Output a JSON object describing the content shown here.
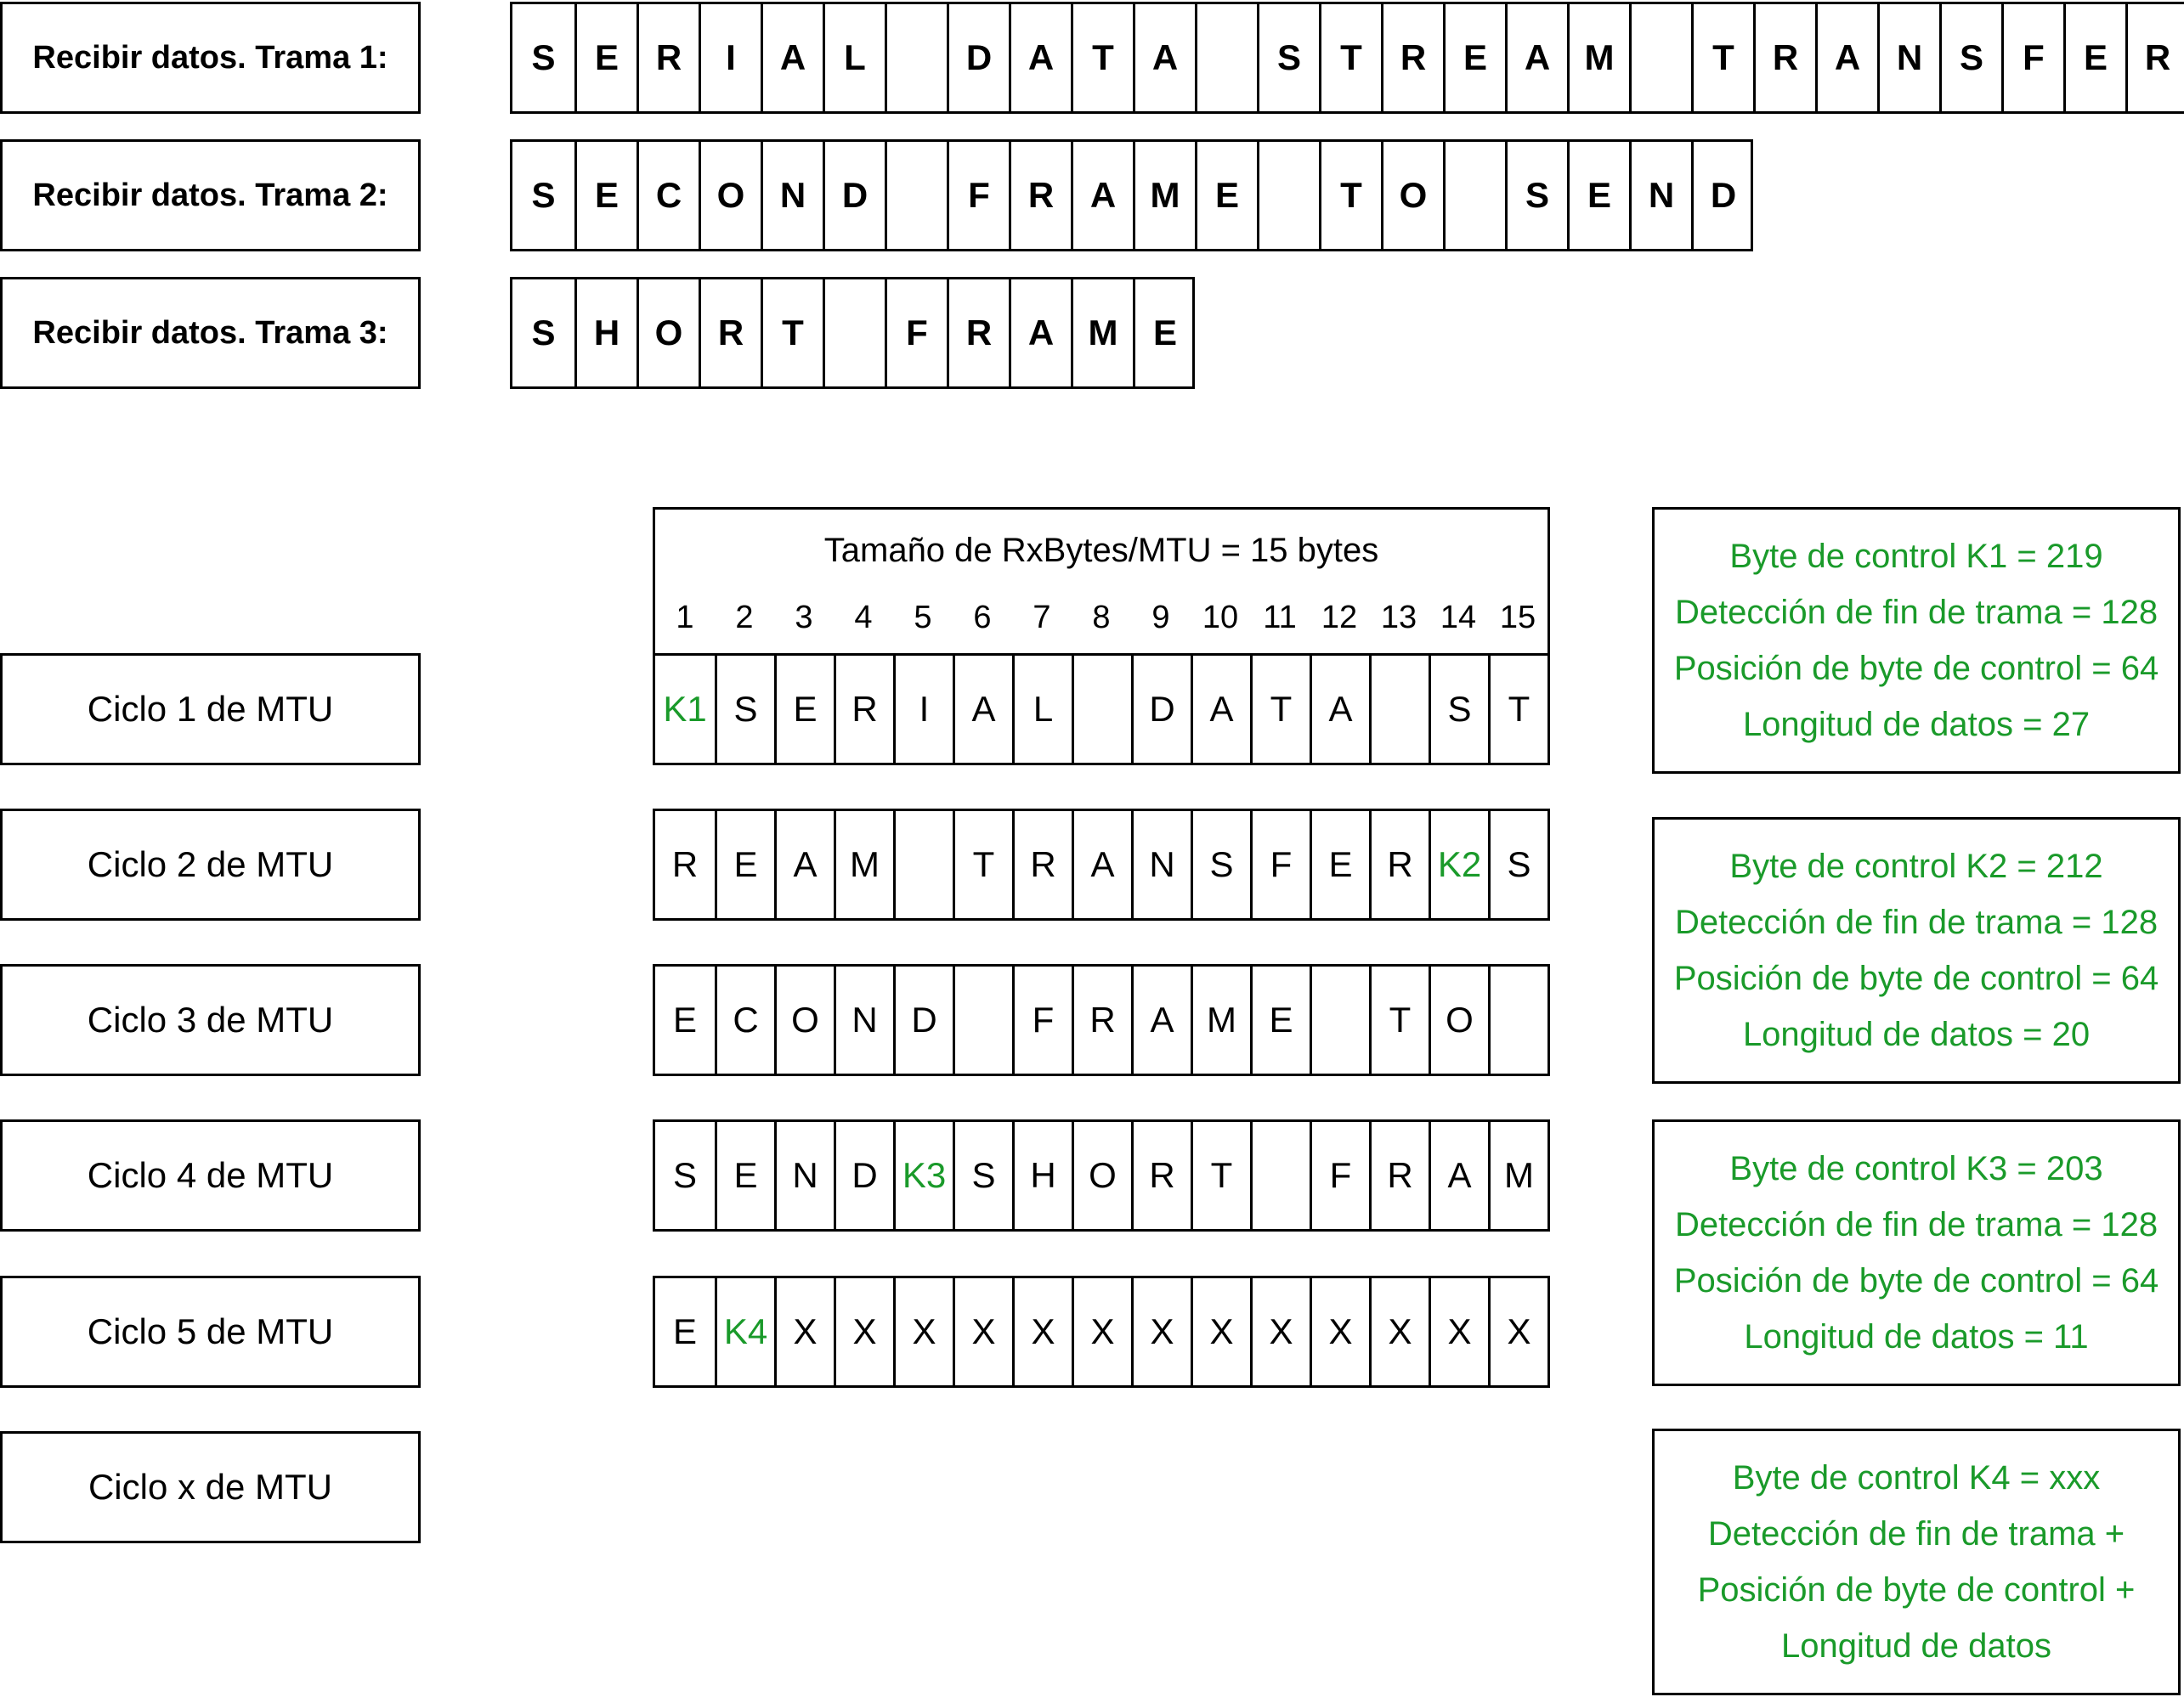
{
  "colors": {
    "control_byte": "#1a9a2a",
    "border": "#000000"
  },
  "frames": [
    {
      "label": "Recibir datos. Trama 1:",
      "chars": [
        "S",
        "E",
        "R",
        "I",
        "A",
        "L",
        "",
        "D",
        "A",
        "T",
        "A",
        "",
        "S",
        "T",
        "R",
        "E",
        "A",
        "M",
        "",
        "T",
        "R",
        "A",
        "N",
        "S",
        "F",
        "E",
        "R"
      ]
    },
    {
      "label": "Recibir datos. Trama 2:",
      "chars": [
        "S",
        "E",
        "C",
        "O",
        "N",
        "D",
        "",
        "F",
        "R",
        "A",
        "M",
        "E",
        "",
        "T",
        "O",
        "",
        "S",
        "E",
        "N",
        "D"
      ]
    },
    {
      "label": "Recibir datos. Trama 3:",
      "chars": [
        "S",
        "H",
        "O",
        "R",
        "T",
        "",
        "F",
        "R",
        "A",
        "M",
        "E"
      ]
    }
  ],
  "mtu_header": {
    "title": "Tamaño de RxBytes/MTU = 15 bytes",
    "positions": [
      "1",
      "2",
      "3",
      "4",
      "5",
      "6",
      "7",
      "8",
      "9",
      "10",
      "11",
      "12",
      "13",
      "14",
      "15"
    ]
  },
  "cycles": [
    {
      "label": "Ciclo 1 de MTU",
      "cells": [
        "K1",
        "S",
        "E",
        "R",
        "I",
        "A",
        "L",
        "",
        "D",
        "A",
        "T",
        "A",
        "",
        "S",
        "T"
      ]
    },
    {
      "label": "Ciclo 2 de MTU",
      "cells": [
        "R",
        "E",
        "A",
        "M",
        "",
        "T",
        "R",
        "A",
        "N",
        "S",
        "F",
        "E",
        "R",
        "K2",
        "S"
      ]
    },
    {
      "label": "Ciclo 3 de MTU",
      "cells": [
        "E",
        "C",
        "O",
        "N",
        "D",
        "",
        "F",
        "R",
        "A",
        "M",
        "E",
        "",
        "T",
        "O",
        ""
      ]
    },
    {
      "label": "Ciclo 4 de MTU",
      "cells": [
        "S",
        "E",
        "N",
        "D",
        "K3",
        "S",
        "H",
        "O",
        "R",
        "T",
        "",
        "F",
        "R",
        "A",
        "M"
      ]
    },
    {
      "label": "Ciclo 5 de MTU",
      "cells": [
        "E",
        "K4",
        "X",
        "X",
        "X",
        "X",
        "X",
        "X",
        "X",
        "X",
        "X",
        "X",
        "X",
        "X",
        "X"
      ]
    },
    {
      "label": "Ciclo x de MTU",
      "cells": []
    }
  ],
  "control_boxes": [
    {
      "lines": [
        "Byte de control K1 = 219",
        "Detección de fin de trama = 128",
        "Posición de byte de control = 64",
        "Longitud de datos = 27"
      ]
    },
    {
      "lines": [
        "Byte de control K2 = 212",
        "Detección de fin de trama = 128",
        "Posición de byte de control = 64",
        "Longitud de datos = 20"
      ]
    },
    {
      "lines": [
        "Byte de control K3 = 203",
        "Detección de fin de trama = 128",
        "Posición de byte de control = 64",
        "Longitud de datos = 11"
      ]
    },
    {
      "lines": [
        "Byte de control K4 = xxx",
        "Detección de fin de trama +",
        "Posición de byte de control +",
        "Longitud de datos"
      ]
    }
  ]
}
